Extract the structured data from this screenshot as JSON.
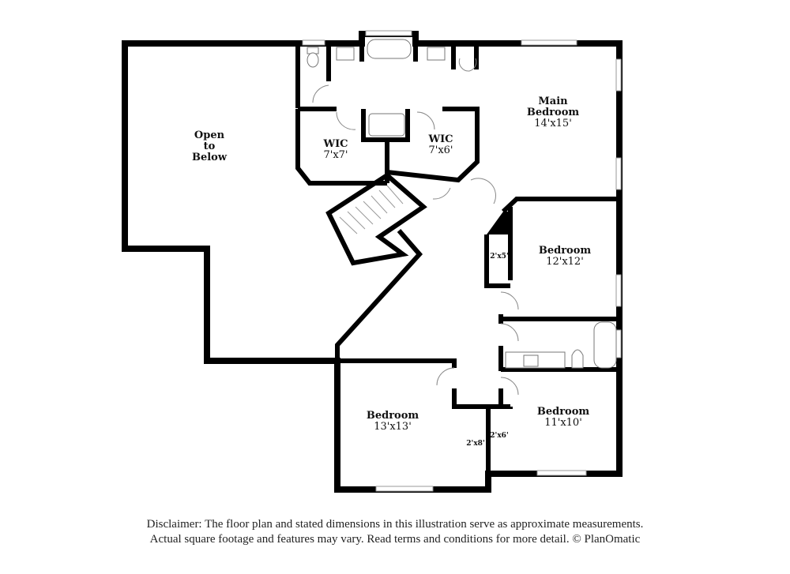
{
  "floorplan": {
    "rooms": [
      {
        "id": "open-to-below",
        "name_lines": [
          "Open",
          "to",
          "Below"
        ],
        "dims": ""
      },
      {
        "id": "wic-1",
        "name_lines": [
          "WIC"
        ],
        "dims": "7'x7'"
      },
      {
        "id": "wic-2",
        "name_lines": [
          "WIC"
        ],
        "dims": "7'x6'"
      },
      {
        "id": "main-bedroom",
        "name_lines": [
          "Main",
          "Bedroom"
        ],
        "dims": "14'x15'"
      },
      {
        "id": "bedroom-2",
        "name_lines": [
          "Bedroom"
        ],
        "dims": "12'x12'"
      },
      {
        "id": "bedroom-3",
        "name_lines": [
          "Bedroom"
        ],
        "dims": "13'x13'"
      },
      {
        "id": "bedroom-4",
        "name_lines": [
          "Bedroom"
        ],
        "dims": "11'x10'"
      }
    ],
    "closets": [
      {
        "id": "closet-bed2",
        "dims": "2'x5'"
      },
      {
        "id": "closet-bed3",
        "dims": "2'x8'"
      },
      {
        "id": "closet-bed4",
        "dims": "2'x6'"
      }
    ],
    "colors": {
      "wall": "#000000",
      "fixture": "#777777",
      "background": "#ffffff"
    }
  },
  "disclaimer": {
    "line1": "Disclaimer: The floor plan and stated dimensions in this illustration serve as approximate measurements.",
    "line2": "Actual square footage and features may vary. Read terms and conditions for more detail. © PlanOmatic"
  }
}
